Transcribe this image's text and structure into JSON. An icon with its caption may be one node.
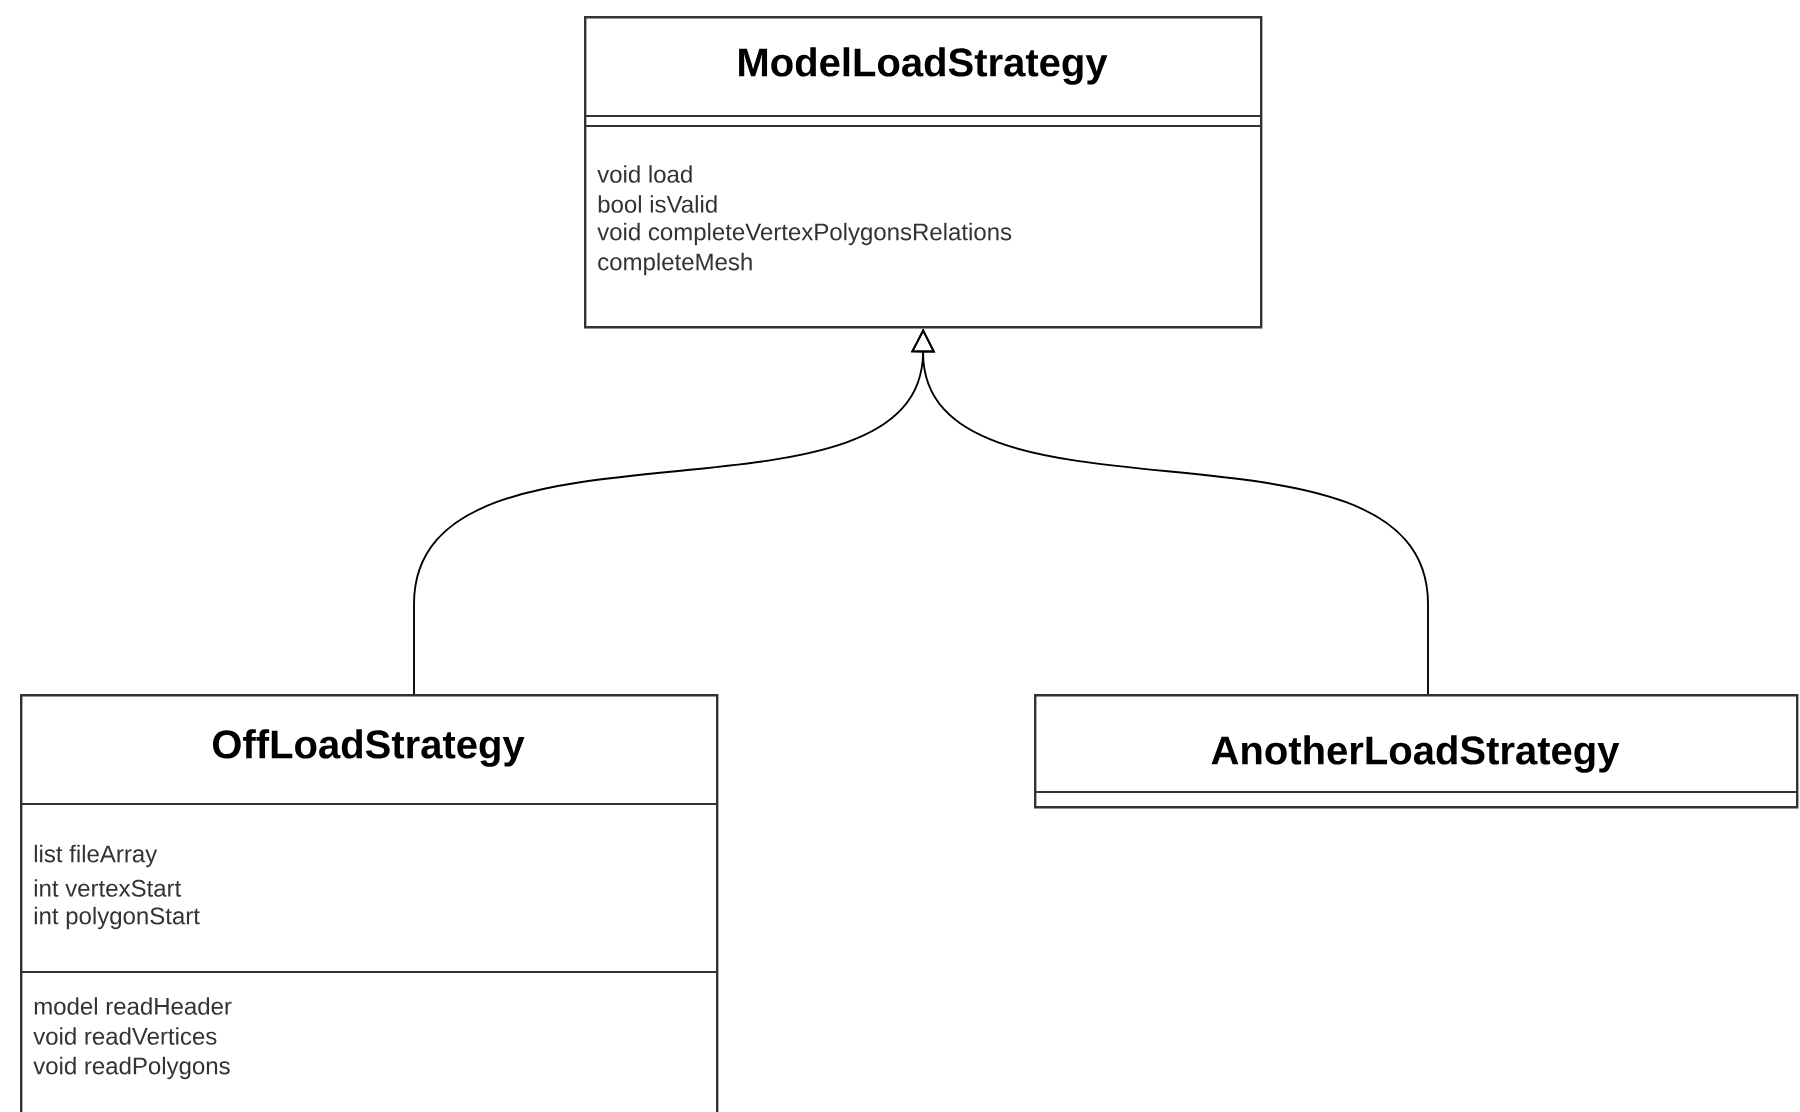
{
  "diagram": {
    "nodes": [
      {
        "text": [
          "ModelLoadStrategy",
          "void load",
          "bool isValid",
          "void completeVertexPolygonsRelations",
          "completeMesh"
        ]
      },
      {
        "text": [
          "OffLoadStrategy",
          "list fileArray",
          "int vertexStart",
          "int polygonStart",
          "model readHeader",
          "void readVertices",
          "void readPolygons"
        ]
      },
      {
        "text": [
          "AnotherLoadStrategy"
        ]
      }
    ],
    "edges": [
      {
        "from": 1,
        "to": 0,
        "arrow": "to"
      },
      {
        "from": 2,
        "to": 0,
        "arrow": "to"
      }
    ]
  }
}
